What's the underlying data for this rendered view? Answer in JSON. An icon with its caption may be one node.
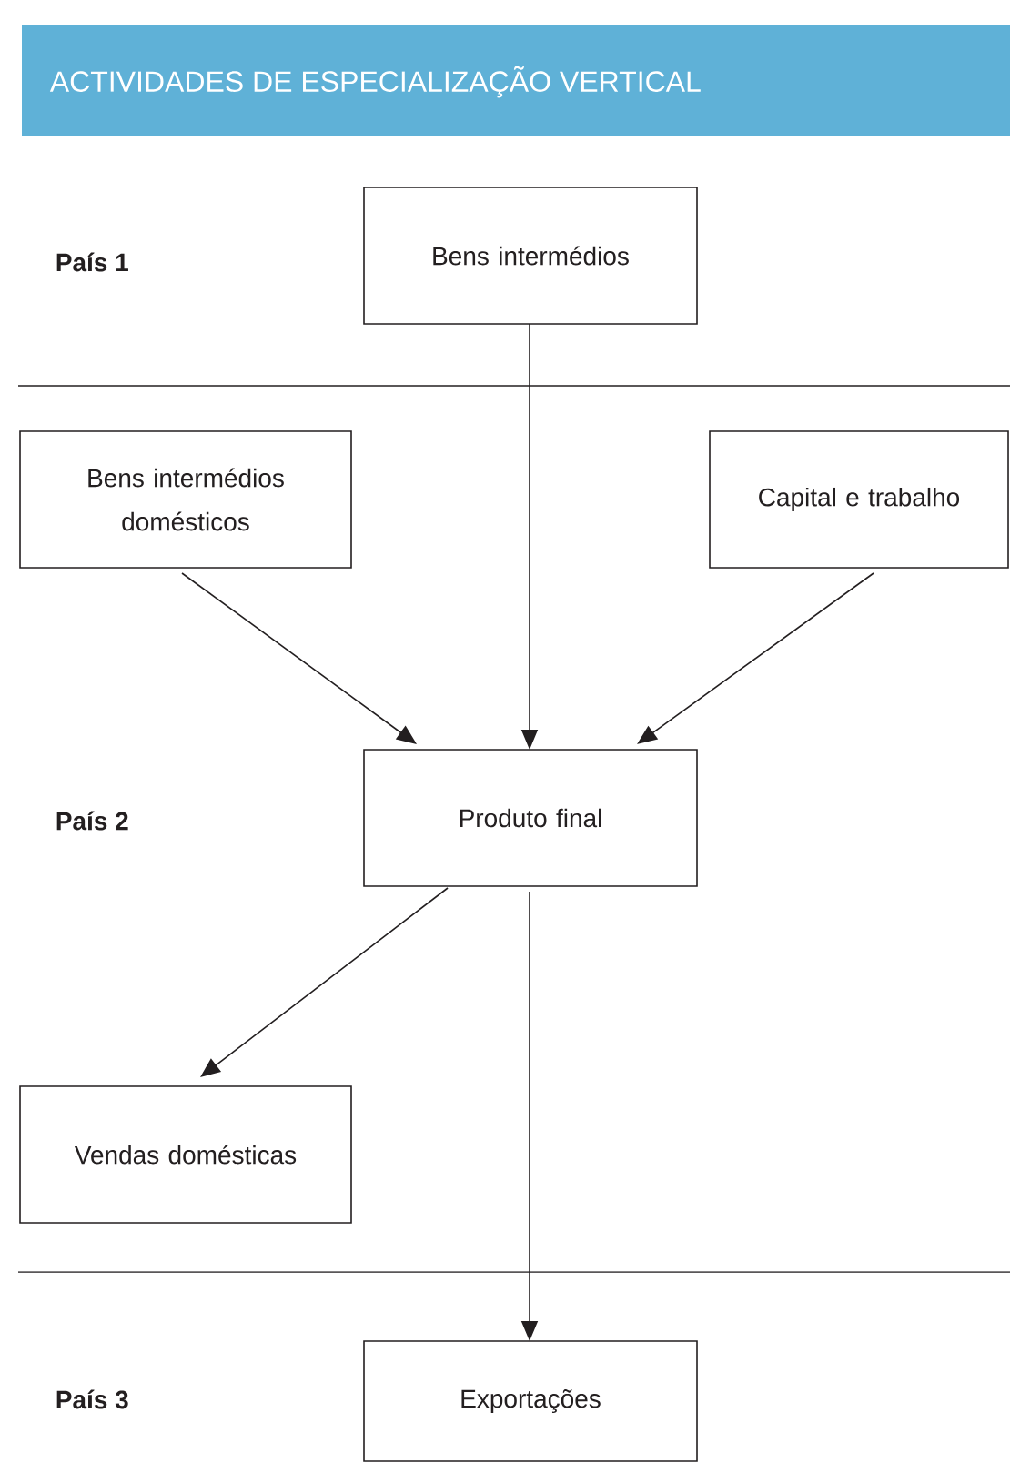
{
  "diagram": {
    "title": "ACTIVIDADES DE ESPECIALIZAÇÃO VERTICAL",
    "nodes": [
      {
        "text": [
          "Bens intermédios"
        ]
      },
      {
        "text": [
          "Bens intermédios domésticos"
        ]
      },
      {
        "text": [
          "Capital e trabalho"
        ]
      },
      {
        "text": [
          "Produto final"
        ]
      },
      {
        "text": [
          "Vendas domésticas"
        ]
      },
      {
        "text": [
          "Exportações"
        ]
      }
    ],
    "edges": [
      {
        "from": 0,
        "to": 3,
        "arrow": "to"
      },
      {
        "from": 1,
        "to": 3,
        "arrow": "to"
      },
      {
        "from": 2,
        "to": 3,
        "arrow": "to"
      },
      {
        "from": 3,
        "to": 4,
        "arrow": "to"
      },
      {
        "from": 3,
        "to": 5,
        "arrow": "to"
      }
    ],
    "labels": [
      "País 1",
      "País 2",
      "País 3"
    ]
  }
}
